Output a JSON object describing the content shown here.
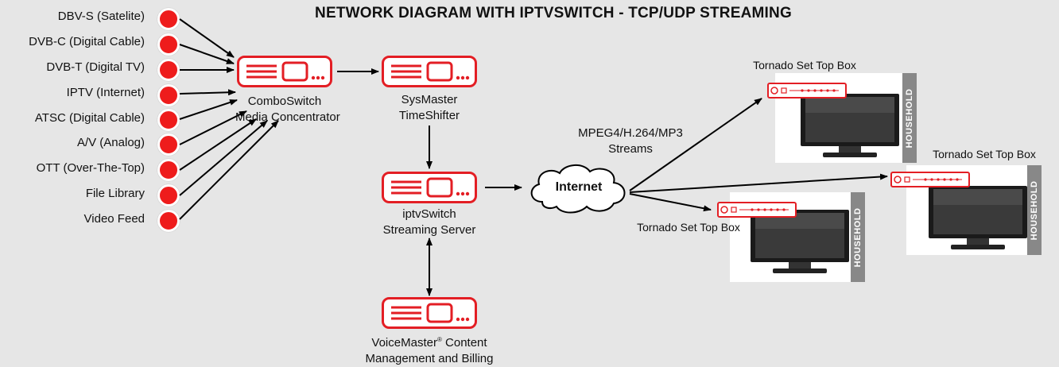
{
  "title": "NETWORK DIAGRAM WITH IPTVSWITCH - TCP/UDP STREAMING",
  "sources": [
    "DBV-S (Satelite)",
    "DVB-C (Digital Cable)",
    "DVB-T (Digital TV)",
    "IPTV (Internet)",
    "ATSC (Digital Cable)",
    "A/V (Analog)",
    "OTT (Over-The-Top)",
    "File Library",
    "Video Feed"
  ],
  "nodes": {
    "combo": {
      "line1": "ComboSwitch",
      "line2": "Media Concentrator"
    },
    "sysmaster": {
      "line1": "SysMaster",
      "line2": "TimeShifter"
    },
    "iptv": {
      "line1": "iptvSwitch",
      "line2": "Streaming Server"
    },
    "voicemaster": {
      "line1_a": "VoiceMaster",
      "line1_reg": "®",
      "line1_b": " Content",
      "line2": "Management and Billing"
    },
    "internet": "Internet"
  },
  "stream_label": {
    "line1": "MPEG4/H.264/MP3",
    "line2": "Streams"
  },
  "households": {
    "tab_label": "HOUSEHOLD",
    "stb_label_1": "Tornado Set Top Box",
    "stb_label_2": "Tornado Set Top Box",
    "stb_label_3": "Tornado Set Top Box"
  },
  "colors": {
    "accent": "#e31e24",
    "background": "#e6e6e6",
    "tab": "#888888"
  }
}
